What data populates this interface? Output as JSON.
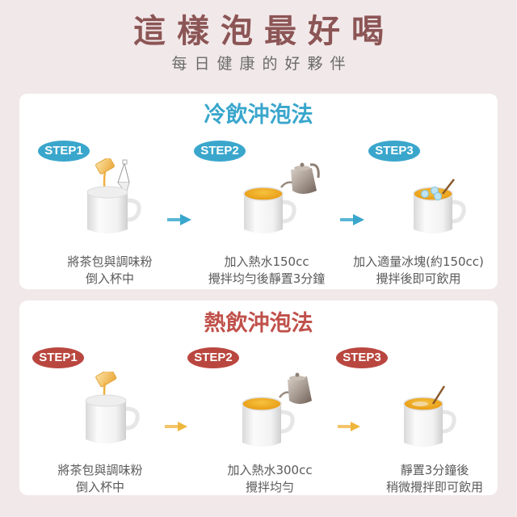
{
  "header": {
    "title": "這樣泡最好喝",
    "subtitle": "每日健康的好夥伴"
  },
  "colors": {
    "background": "#f1e8e9",
    "title": "#8c5555",
    "cold_accent": "#3aa6cc",
    "hot_accent": "#b9473f",
    "hot_arrow": "#efb63d",
    "tea": "#f0a820"
  },
  "cold": {
    "title": "冷飲沖泡法",
    "steps": [
      {
        "badge": "STEP1",
        "line1": "將茶包與調味粉",
        "line2": "倒入杯中",
        "icon": "mug-with-tea-packet-icon"
      },
      {
        "badge": "STEP2",
        "line1": "加入熱水150cc",
        "line2": "攪拌均勻後靜置3分鐘",
        "icon": "mug-with-kettle-icon"
      },
      {
        "badge": "STEP3",
        "line1": "加入適量冰塊(約150cc)",
        "line2": "攪拌後即可飲用",
        "icon": "mug-with-ice-icon"
      }
    ]
  },
  "hot": {
    "title": "熱飲沖泡法",
    "steps": [
      {
        "badge": "STEP1",
        "line1": "將茶包與調味粉",
        "line2": "倒入杯中",
        "icon": "mug-with-packet-icon"
      },
      {
        "badge": "STEP2",
        "line1": "加入熱水300cc",
        "line2": "攪拌均勻",
        "icon": "mug-with-kettle-icon"
      },
      {
        "badge": "STEP3",
        "line1": "靜置3分鐘後",
        "line2": "稍微攪拌即可飲用",
        "icon": "mug-with-spoon-icon"
      }
    ]
  }
}
